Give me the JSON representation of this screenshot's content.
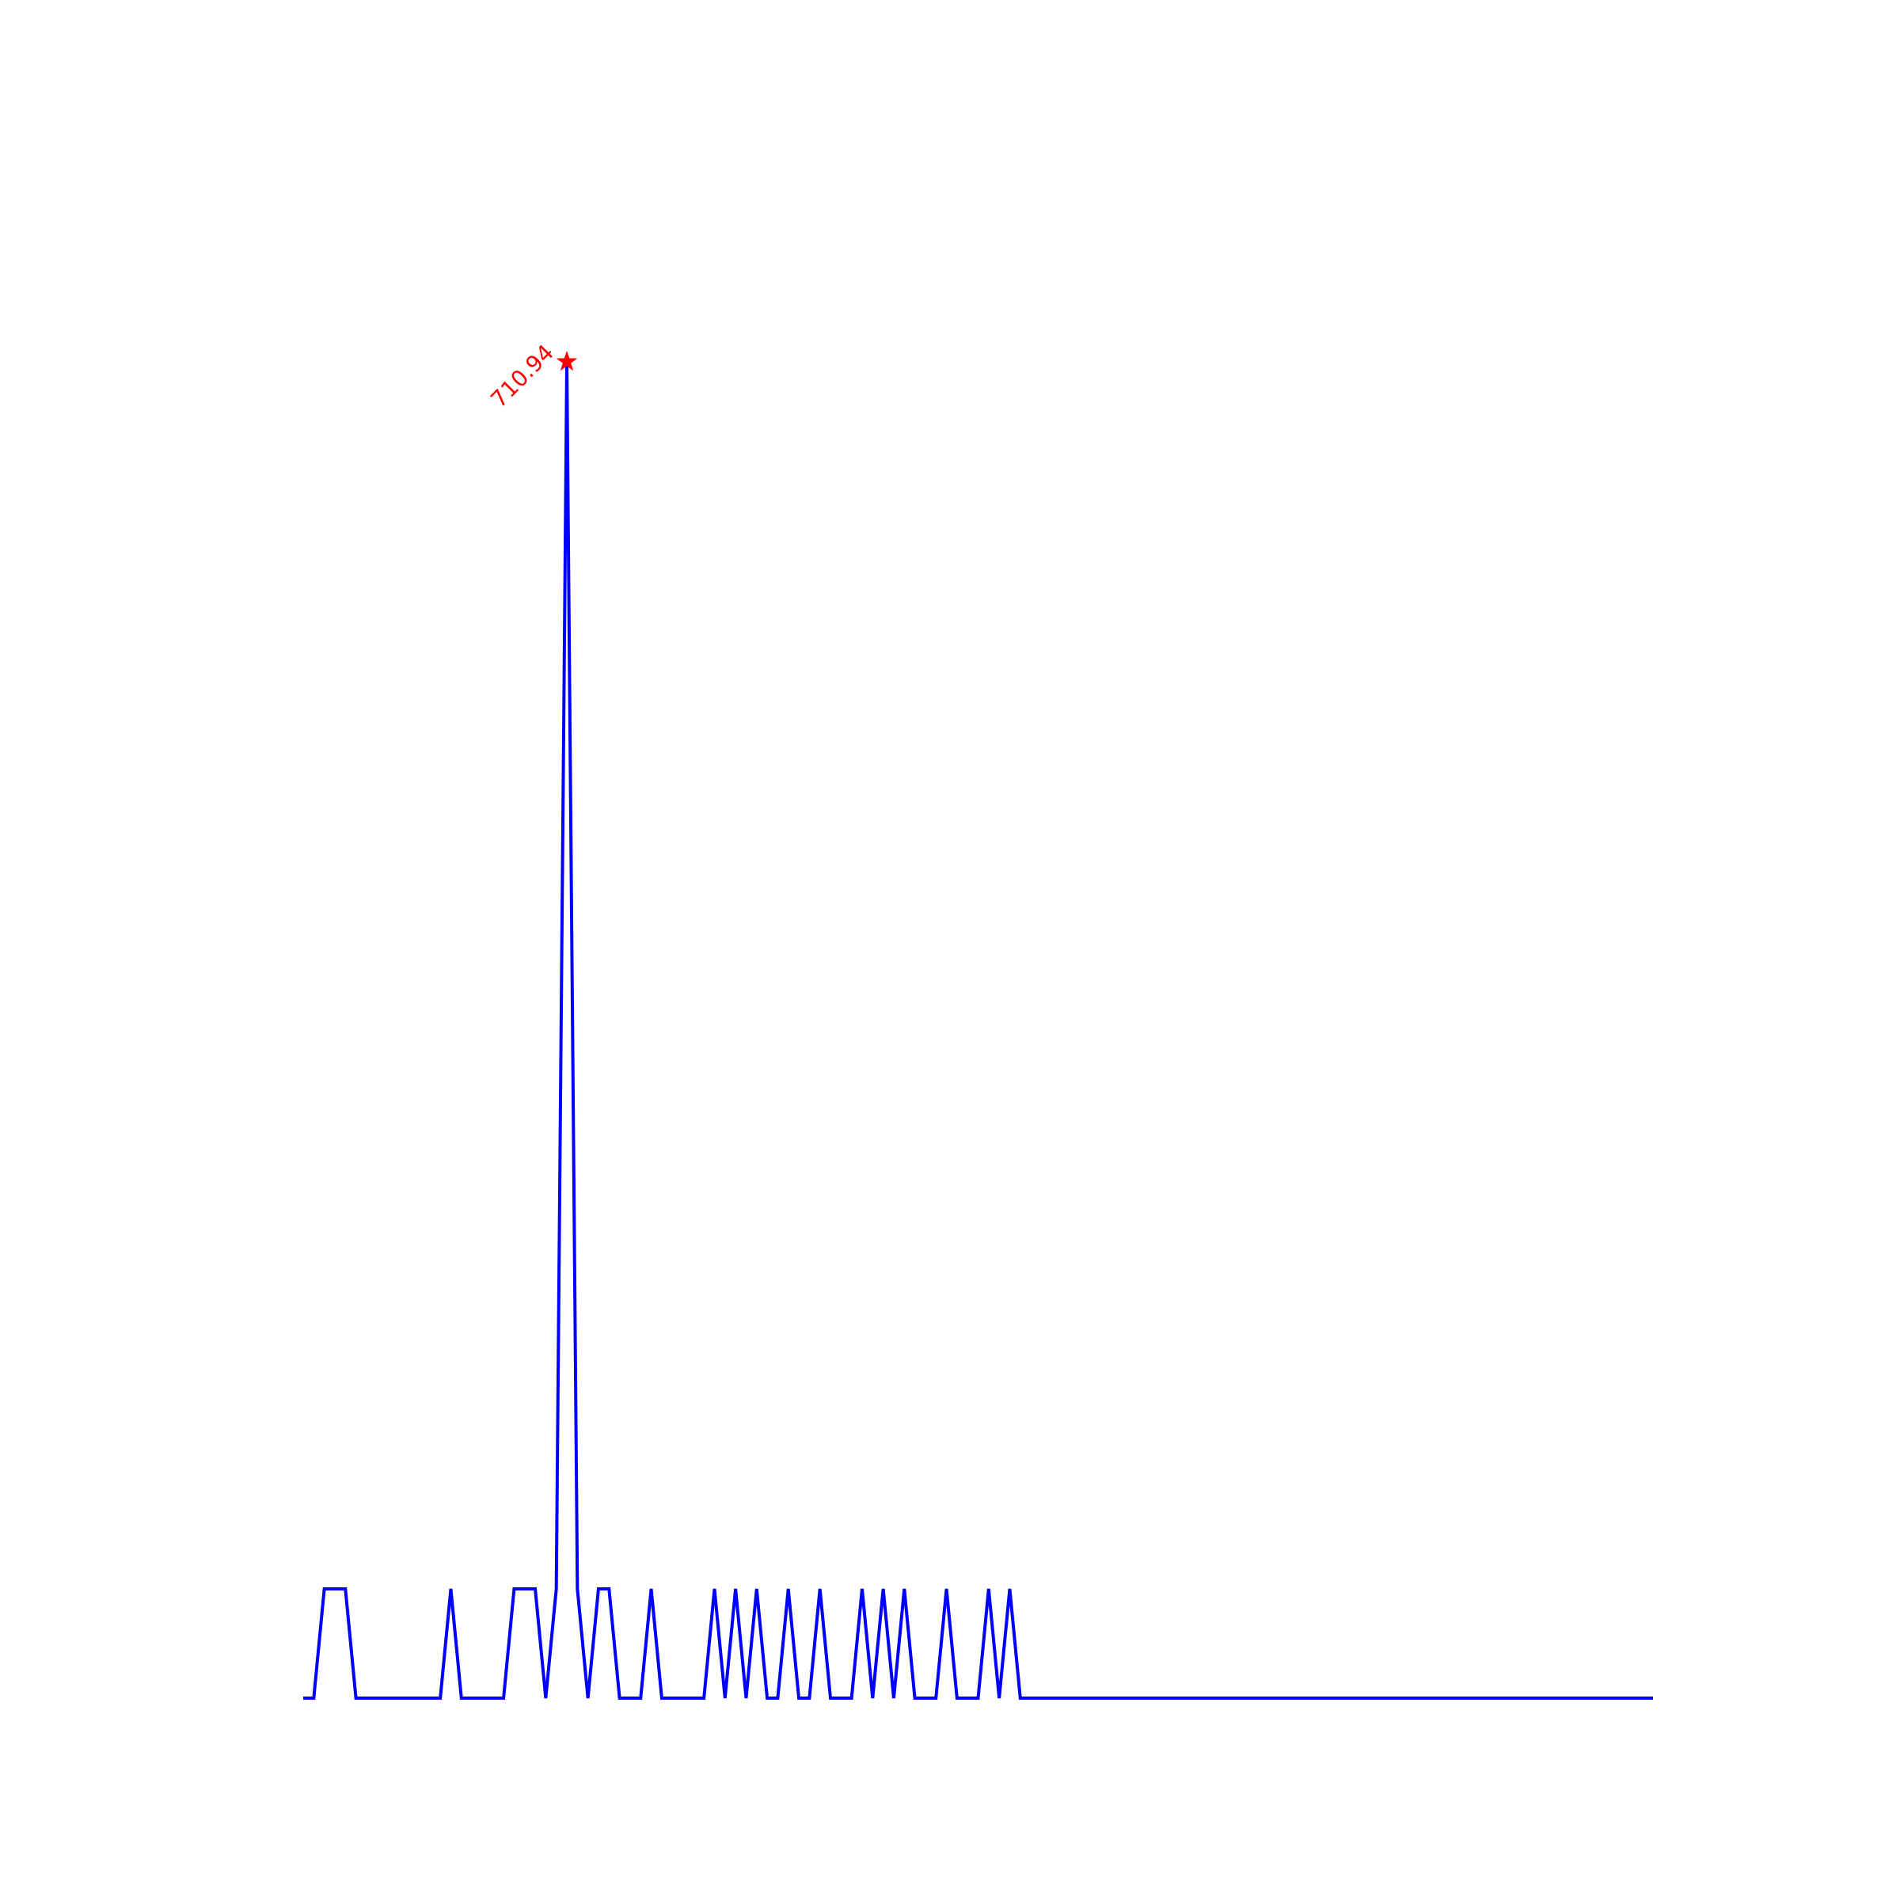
{
  "chart_data": {
    "type": "line",
    "title": "",
    "xlabel": "",
    "ylabel": "",
    "grid": false,
    "axes_visible": false,
    "line_color": "#0000ff",
    "marker_color": "#ff0000",
    "ylim": [
      0,
      800
    ],
    "xlim": [
      0,
      127
    ],
    "series": [
      {
        "values": [
          0,
          0,
          1,
          1,
          1,
          0,
          0,
          0,
          0,
          0,
          0,
          0,
          0,
          0,
          1,
          0,
          0,
          0,
          0,
          0,
          1,
          1,
          1,
          0,
          1,
          710.94,
          1,
          0,
          1,
          1,
          0,
          0,
          0,
          1,
          0,
          0,
          0,
          0,
          0,
          1,
          0,
          1,
          0,
          1,
          0,
          0,
          1,
          0,
          0,
          1,
          0,
          0,
          0,
          1,
          0,
          1,
          0,
          1,
          0,
          0,
          0,
          1,
          0,
          0,
          0,
          1,
          0,
          1,
          0,
          0,
          0,
          0,
          0,
          0,
          0,
          0,
          0,
          0,
          0,
          0,
          0,
          0,
          0,
          0,
          0,
          0,
          0,
          0,
          0,
          0,
          0,
          0,
          0,
          0,
          0,
          0,
          0,
          0,
          0,
          0,
          0,
          0,
          0,
          0,
          0,
          0,
          0,
          0,
          0,
          0,
          0,
          0,
          0,
          0,
          0,
          0,
          0,
          0,
          0,
          0,
          0,
          0,
          0,
          0,
          0,
          0,
          0,
          0,
          0
        ]
      }
    ],
    "annotations": [
      {
        "label": "710.94",
        "x": 25,
        "y": 710.94,
        "marker": "star"
      }
    ]
  }
}
